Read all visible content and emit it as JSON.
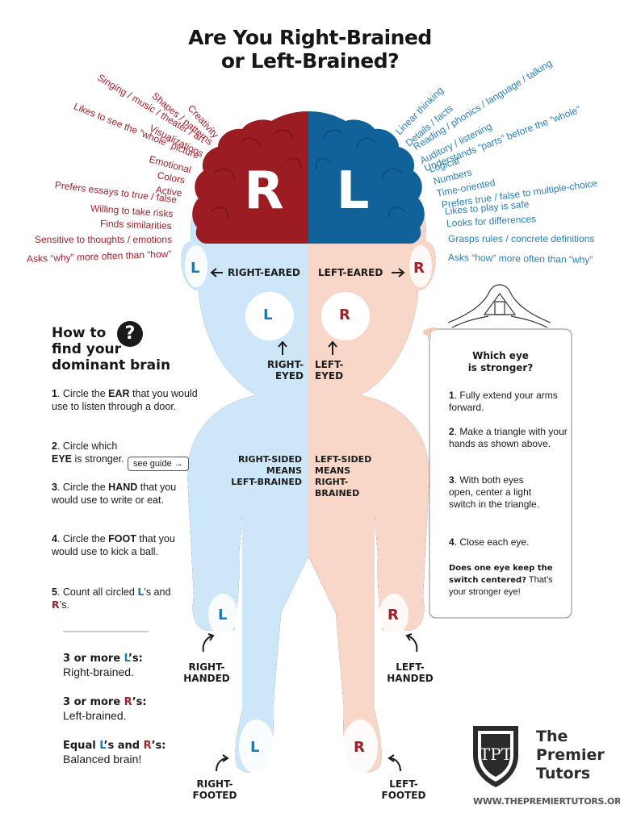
{
  "title": {
    "line1": "Are You Right-Brained",
    "line2": "or Left-Brained?"
  },
  "brain": {
    "right_letter": "R",
    "left_letter": "L"
  },
  "right_brain_traits": [
    "Creativity",
    "Shapes / patterns",
    "Singing / music / theater / art",
    "Visualizations",
    "Likes to see the “whole” picture",
    "Emotional",
    "Colors",
    "Active",
    "Prefers essays to true / false",
    "Willing to take risks",
    "Finds similarities",
    "Sensitive to thoughts / emotions",
    "Asks “why” more often than “how”"
  ],
  "left_brain_traits": [
    "Linear thinking",
    "Details / facts",
    "Reading / phonics / language / talking",
    "Auditory / listening",
    "Understands “parts” before the “whole”",
    "Logical",
    "Numbers",
    "Time-oriented",
    "Prefers true / false to multiple-choice",
    "Likes to play is safe",
    "Looks for differences",
    "Grasps rules / concrete definitions",
    "Asks “how” more often than “why”"
  ],
  "figure": {
    "ear_left_letter": "L",
    "ear_right_letter": "R",
    "right_eared": "RIGHT-EARED",
    "left_eared": "LEFT-EARED",
    "eye_left_letter": "L",
    "eye_right_letter": "R",
    "right_eyed": [
      "RIGHT-",
      "EYED"
    ],
    "left_eyed": [
      "LEFT-",
      "EYED"
    ],
    "right_sided": [
      "RIGHT-SIDED MEANS",
      "LEFT-BRAINED"
    ],
    "left_sided": [
      "LEFT-SIDED MEANS",
      "RIGHT-BRAINED"
    ],
    "hand_left_letter": "L",
    "hand_right_letter": "R",
    "right_handed": [
      "RIGHT-",
      "HANDED"
    ],
    "left_handed": [
      "LEFT-",
      "HANDED"
    ],
    "foot_left_letter": "L",
    "foot_right_letter": "R",
    "right_footed": [
      "RIGHT-",
      "FOOTED"
    ],
    "left_footed": [
      "LEFT-",
      "FOOTED"
    ]
  },
  "howto": {
    "title": [
      "How to",
      "find your",
      "dominant brain"
    ],
    "icon": "question-mark-icon",
    "steps": [
      {
        "n": "1",
        "pre": ". Circle the ",
        "key": "EAR",
        "post": " that you would use to listen through a door."
      },
      {
        "n": "2",
        "pre": ". Circle which ",
        "key": "EYE",
        "post": " is stronger."
      },
      {
        "n": "3",
        "pre": ". Circle the ",
        "key": "HAND",
        "post": " that you would use to write or eat."
      },
      {
        "n": "4",
        "pre": ". Circle the ",
        "key": "FOOT",
        "post": " that you would use to kick a ball."
      },
      {
        "n": "5",
        "pre": ". Count all circled ",
        "key": "",
        "post": ""
      }
    ],
    "step5_L": "L",
    "step5_mid": "’s and ",
    "step5_R": "R",
    "step5_end": "’s.",
    "see_guide": "see guide →"
  },
  "results": [
    {
      "head_pre": "3 or more ",
      "letter": "L",
      "head_post": "’s:",
      "text": "Right-brained."
    },
    {
      "head_pre": "3 or more ",
      "letter": "R",
      "head_post": "’s:",
      "text": "Left-brained."
    },
    {
      "head_pre": "Equal ",
      "letter": "L",
      "head_mid": "’s and ",
      "letter2": "R",
      "head_post": "’s:",
      "text": "Balanced brain!"
    }
  ],
  "eye_guide": {
    "title": [
      "Which eye",
      "is stronger?"
    ],
    "steps": [
      {
        "n": "1",
        "text": ". Fully extend your arms forward."
      },
      {
        "n": "2",
        "text": ". Make a triangle with your hands as shown above."
      },
      {
        "n": "3",
        "text": ". With both eyes open, center a light switch in the triangle."
      },
      {
        "n": "4",
        "text": ". Close each eye."
      }
    ],
    "closing_bold": "Does one eye keep the switch centered?",
    "closing": " That’s your stronger eye!"
  },
  "logo": {
    "mark": "TPT",
    "line1": "The",
    "line2": "Premier",
    "line3": "Tutors",
    "url": "WWW.THEPREMIERTUTORS.ORG"
  },
  "colors": {
    "right_red": "#a3202b",
    "left_blue": "#2a7fb6",
    "brain_red": "#9b1c22",
    "brain_blue": "#12629a",
    "body_blue": "#cde7f8",
    "body_pink": "#f8d6c8"
  }
}
